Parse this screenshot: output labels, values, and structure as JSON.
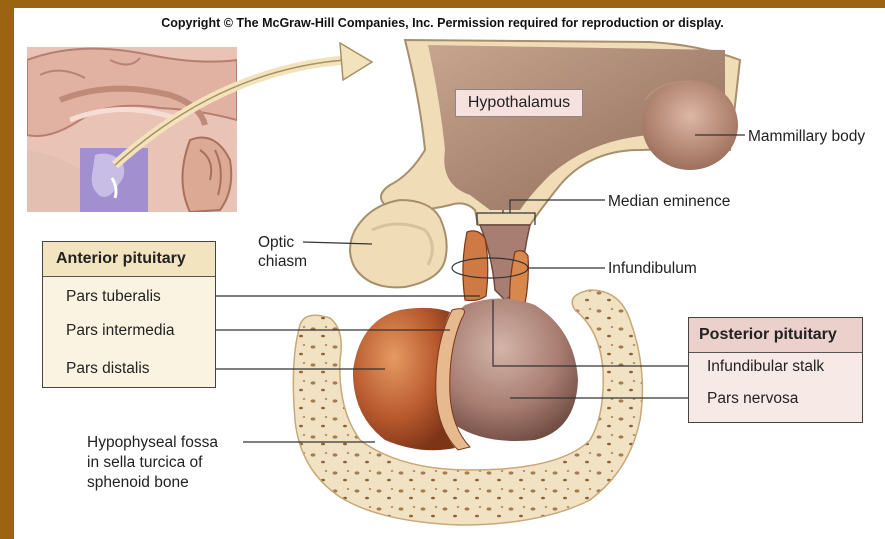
{
  "copyright": "Copyright © The McGraw-Hill Companies, Inc. Permission required for reproduction or display.",
  "labels": {
    "hypothalamus": "Hypothalamus",
    "mammillary_body": "Mammillary body",
    "median_eminence": "Median eminence",
    "infundibulum": "Infundibulum",
    "optic_chiasm_line1": "Optic",
    "optic_chiasm_line2": "chiasm",
    "fossa_line1": "Hypophyseal fossa",
    "fossa_line2": "in sella turcica of",
    "fossa_line3": "sphenoid bone"
  },
  "anterior": {
    "title": "Anterior pituitary",
    "items": [
      "Pars tuberalis",
      "Pars intermedia",
      "Pars distalis"
    ]
  },
  "posterior": {
    "title": "Posterior pituitary",
    "items": [
      "Infundibular stalk",
      "Pars nervosa"
    ]
  },
  "colors": {
    "frame": "#9a6410",
    "anterior_lobe": "#b85a2e",
    "posterior_lobe": "#a87d72",
    "bone": "#f1e2c4",
    "brain_tissue": "#e8c7a2",
    "inset_highlight": "#9a8ad2"
  }
}
